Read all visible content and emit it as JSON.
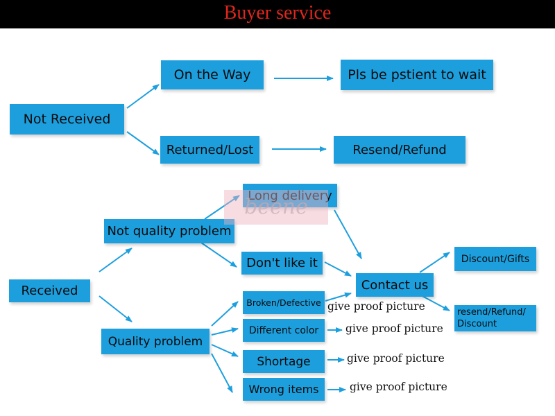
{
  "header": {
    "title": "Buyer service"
  },
  "watermark": "beene",
  "nodes": {
    "not_received": "Not Received",
    "on_the_way": "On the Way",
    "be_patient": "Pls be pstient to wait",
    "returned_lost": "Returned/Lost",
    "resend_refund": "Resend/Refund",
    "long_delivery": "Long delivery",
    "not_quality": "Not quality problem",
    "dont_like": "Don't like it",
    "received": "Received",
    "contact_us": "Contact us",
    "discount_gifts": "Discount/Gifts",
    "resend_refund_discount_1": "resend/Refund/",
    "resend_refund_discount_2": "Discount",
    "broken": "Broken/Defective",
    "different_color": "Different color",
    "quality": "Quality problem",
    "shortage": "Shortage",
    "wrong_items": "Wrong items"
  },
  "notes": {
    "broken": "give proof picture",
    "different_color": "give proof picture",
    "shortage": "give proof picture",
    "wrong_items": "give proof picture"
  },
  "colors": {
    "box": "#1d9fde",
    "arrow": "#1d9fde",
    "header_bg": "#000000",
    "header_text": "#e0261e"
  }
}
